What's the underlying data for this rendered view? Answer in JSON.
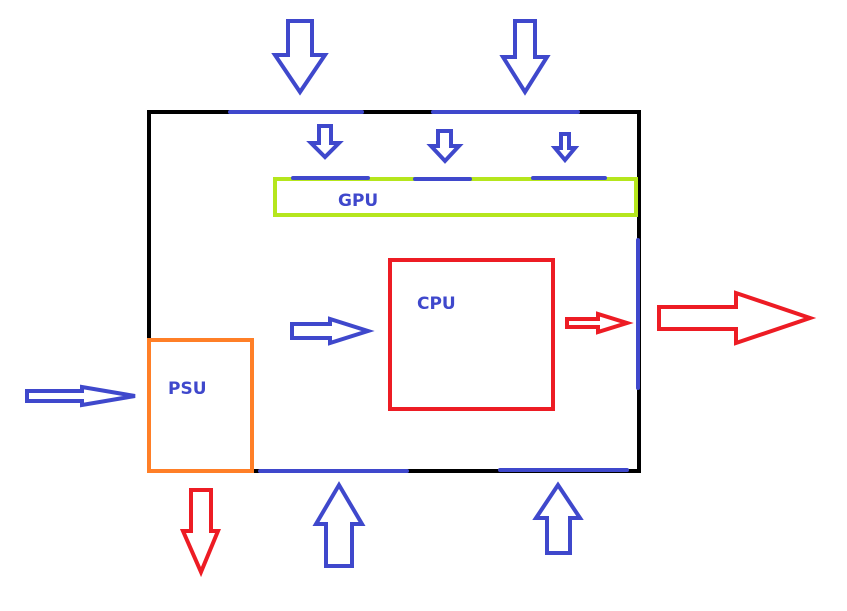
{
  "labels": {
    "gpu": "GPU",
    "cpu": "CPU",
    "psu": "PSU"
  },
  "colors": {
    "case": "#000000",
    "airflow_in": "#3f48cc",
    "airflow_out": "#ed1c24",
    "gpu": "#b5e61d",
    "cpu": "#ed1c24",
    "psu": "#ff7f27",
    "label": "#3f48cc"
  }
}
